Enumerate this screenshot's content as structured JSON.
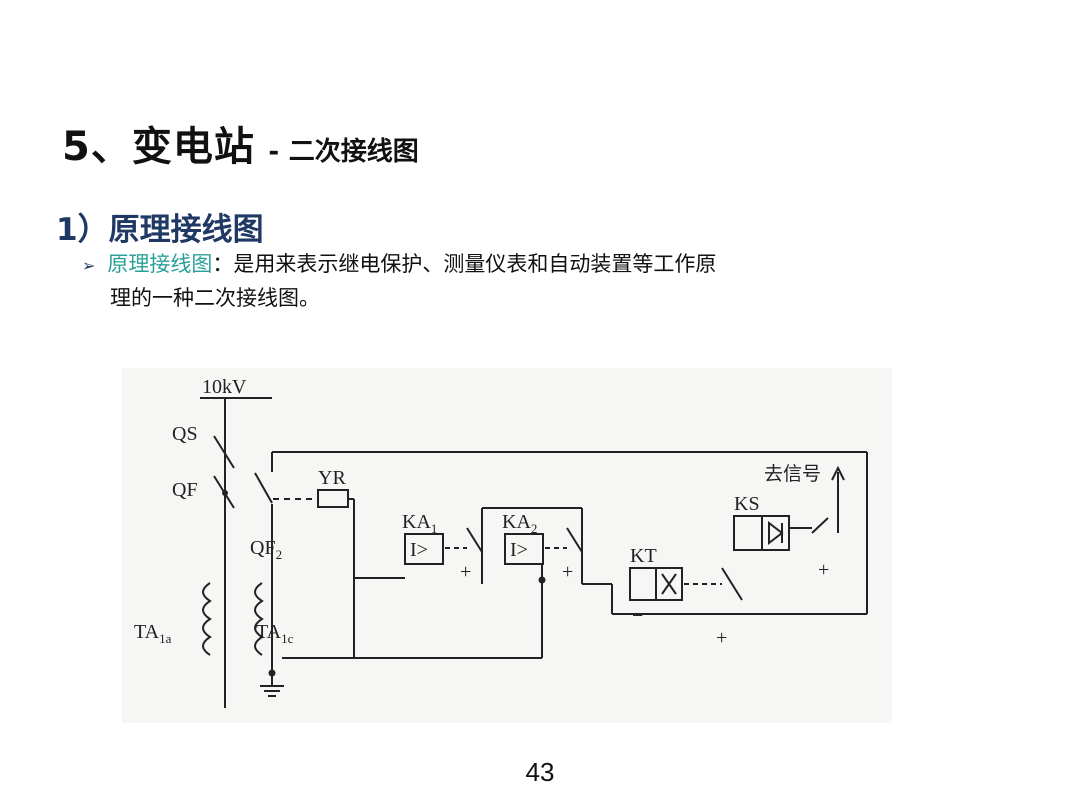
{
  "slide": {
    "title": "5、变电站",
    "title_separator": "-",
    "subtitle": "二次接线图",
    "section_heading": "1）原理接线图",
    "bullet": {
      "marker": "➢",
      "term": "原理接线图",
      "text_line1": "：是用来表示继电保护、测量仪表和自动装置等工作原",
      "text_line2": "理的一种二次接线图。"
    },
    "page_number": "43"
  },
  "diagram": {
    "voltage_label": "10kV",
    "qs_label": "QS",
    "qf_label": "QF",
    "qf2_label": "QF",
    "qf2_sub": "2",
    "yr_label": "YR",
    "ka1_label": "KA",
    "ka1_sub": "1",
    "ka2_label": "KA",
    "ka2_sub": "2",
    "relay_symbol": "I>",
    "kt_label": "KT",
    "ks_label": "KS",
    "signal_label": "去信号",
    "ta1a_label": "TA",
    "ta1a_sub": "1a",
    "ta1c_label": "TA",
    "ta1c_sub": "1c",
    "plus_sign": "+",
    "minus_sign": "−"
  },
  "colors": {
    "section_heading": "#1f3864",
    "term_highlight": "#2aa198",
    "title": "#111111",
    "diagram_line": "#222222"
  }
}
